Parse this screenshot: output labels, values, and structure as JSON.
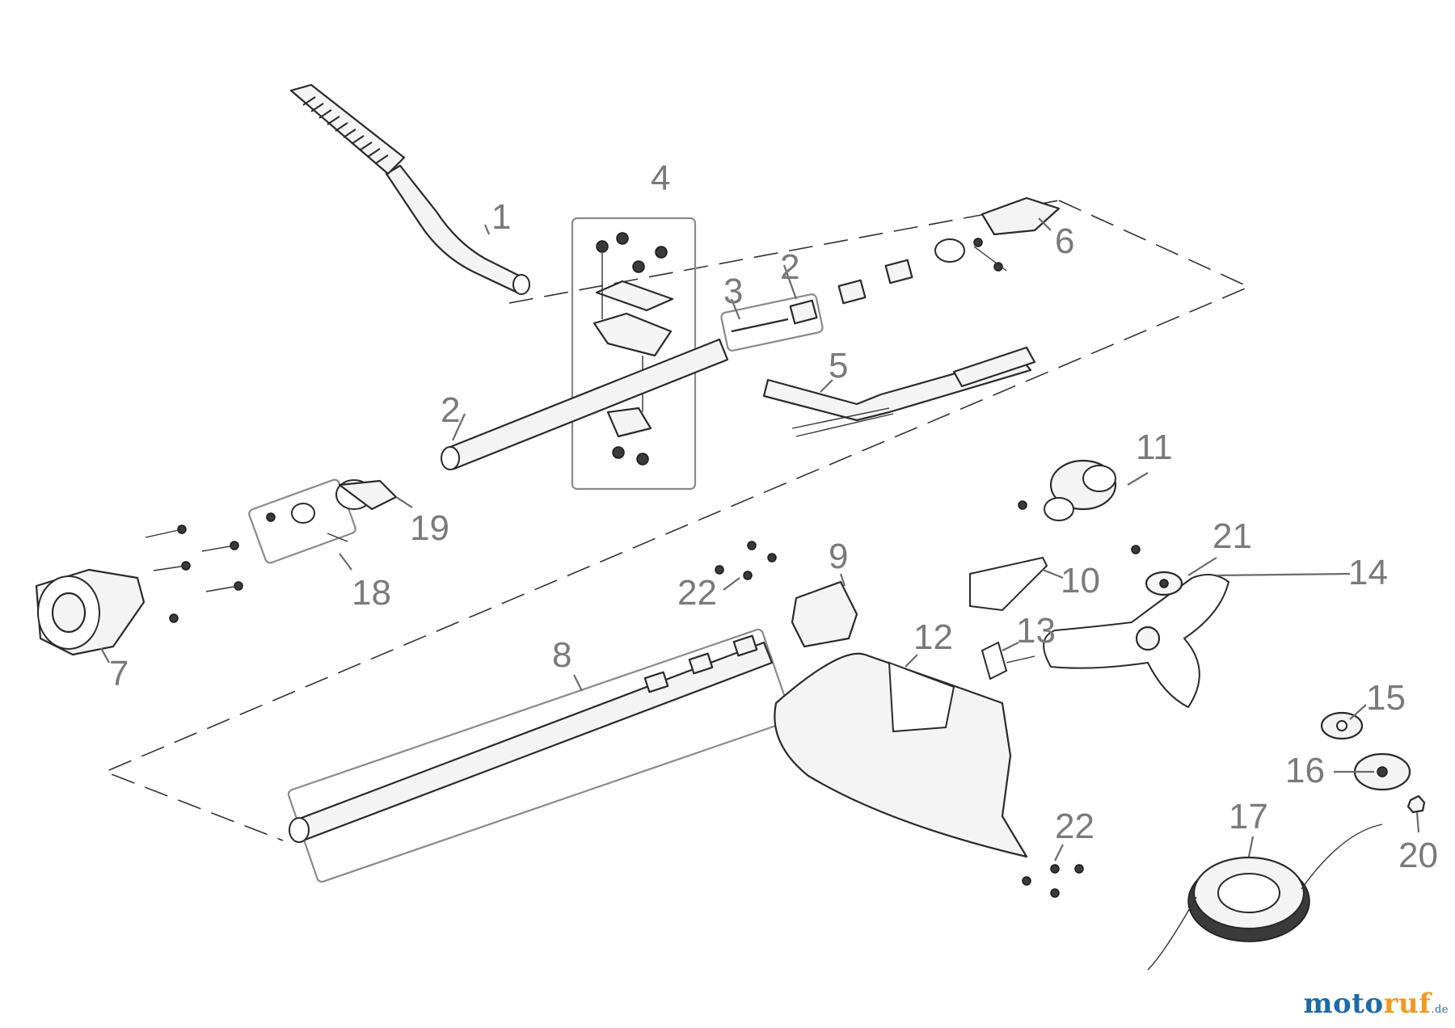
{
  "callouts": {
    "c1": "1",
    "c2a": "2",
    "c2b": "2",
    "c3": "3",
    "c4": "4",
    "c5": "5",
    "c6": "6",
    "c7": "7",
    "c8": "8",
    "c9": "9",
    "c10": "10",
    "c11": "11",
    "c12": "12",
    "c13": "13",
    "c14": "14",
    "c15": "15",
    "c16": "16",
    "c17": "17",
    "c18": "18",
    "c19": "19",
    "c20": "20",
    "c21": "21",
    "c22a": "22",
    "c22b": "22"
  },
  "watermark": {
    "main": "moto",
    "accent": "ruf",
    "tld": ".de"
  }
}
